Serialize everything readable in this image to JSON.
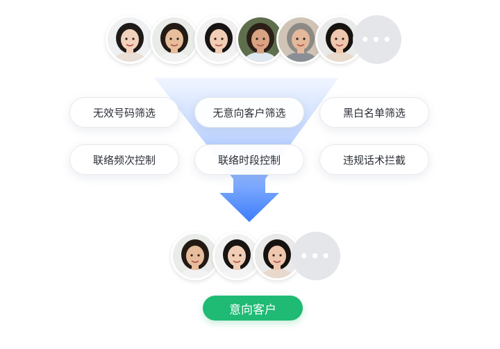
{
  "input_avatars": [
    {
      "name": "avatar-woman-1",
      "skin": "#f3d2bd",
      "hair": "#1e1a18",
      "shirt": "#eadfd6",
      "bg": "#eef0f2"
    },
    {
      "name": "avatar-man-glasses",
      "skin": "#e7bd9b",
      "hair": "#231a14",
      "shirt": "#f2f2f2",
      "bg": "#e9ece8"
    },
    {
      "name": "avatar-woman-2",
      "skin": "#f1cdb5",
      "hair": "#181414",
      "shirt": "#f4f4f4",
      "bg": "#f1f1f1"
    },
    {
      "name": "avatar-man-beard",
      "skin": "#d9a383",
      "hair": "#2b1f18",
      "shirt": "#dfe8f1",
      "bg": "#5f6f4e"
    },
    {
      "name": "avatar-senior-woman",
      "skin": "#e4b89b",
      "hair": "#8d8a86",
      "shirt": "#8a8f95",
      "bg": "#cfc4b6"
    },
    {
      "name": "avatar-woman-3",
      "skin": "#efc7ae",
      "hair": "#16120f",
      "shirt": "#e8d9cc",
      "bg": "#e9e9e9"
    }
  ],
  "more_label": "•••",
  "filters": [
    "无效号码筛选",
    "无意向客户筛选",
    "黑白名单筛选",
    "联络频次控制",
    "联络时段控制",
    "违规话术拦截"
  ],
  "output_avatars": [
    {
      "name": "avatar-man-glasses",
      "skin": "#e7bd9b",
      "hair": "#231a14",
      "shirt": "#f2f2f2",
      "bg": "#e9ece8"
    },
    {
      "name": "avatar-woman-2",
      "skin": "#f1cdb5",
      "hair": "#181414",
      "shirt": "#f4f4f4",
      "bg": "#f1f1f1"
    },
    {
      "name": "avatar-woman-3",
      "skin": "#efc7ae",
      "hair": "#16120f",
      "shirt": "#e8d9cc",
      "bg": "#e9e9e9"
    }
  ],
  "result_label": "意向客户",
  "colors": {
    "funnel_top": "#eaf1ff",
    "funnel_bottom": "#8ab0ff",
    "arrow_top": "#8fb5ff",
    "arrow_bottom": "#3c7dfa",
    "result_bg": "#1fba74",
    "more_bg": "#e4e6ea"
  }
}
